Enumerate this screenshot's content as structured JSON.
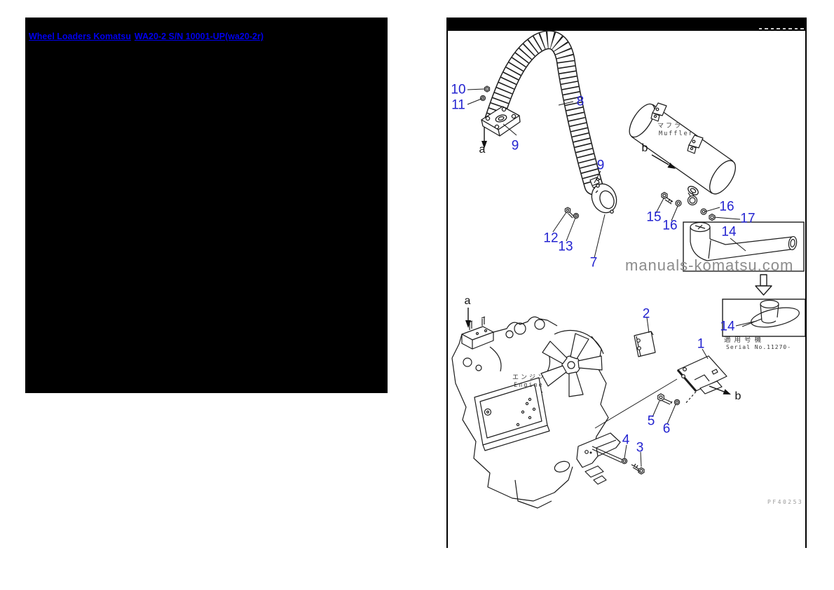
{
  "left_panel": {
    "link1": "Wheel Loaders Komatsu",
    "link2": "WA20-2 S/N 10001-UP(wa20-2r)"
  },
  "diagram": {
    "watermark": "manuals-komatsu.com",
    "part_code": "PF40253",
    "muffler": {
      "jp": "マフラ",
      "en": "Muffler"
    },
    "engine": {
      "jp": "エンジン",
      "en": "Engine"
    },
    "serial_note": {
      "jp": "適用号機",
      "en": "Serial No.11270-"
    },
    "callouts": {
      "n1": "1",
      "n2": "2",
      "n3": "3",
      "n4": "4",
      "n5": "5",
      "n6": "6",
      "n7": "7",
      "n8": "8",
      "n9a": "9",
      "n9b": "9",
      "n10": "10",
      "n11": "11",
      "n12": "12",
      "n13": "13",
      "n14a": "14",
      "n14b": "14",
      "n15": "15",
      "n16a": "16",
      "n16b": "16",
      "n17": "17",
      "a1": "a",
      "a2": "a",
      "b1": "b",
      "b2": "b"
    },
    "colors": {
      "callout": "#2323d0",
      "link": "#0000ee",
      "watermark": "#8c8c8c",
      "line": "#1c1c1c",
      "code": "#9a9a9a"
    }
  }
}
